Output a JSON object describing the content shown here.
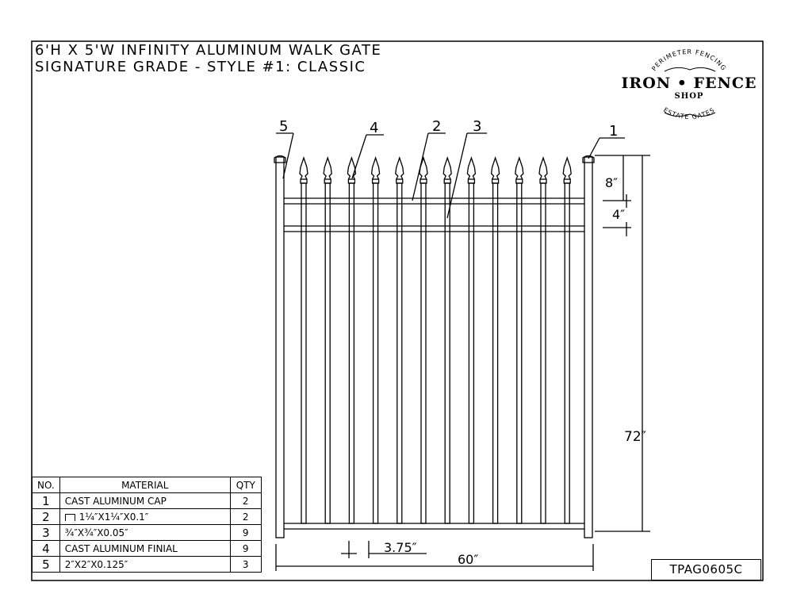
{
  "title": {
    "line1": "6'H X 5'W INFINITY ALUMINUM WALK GATE",
    "line2": "SIGNATURE GRADE - STYLE #1: CLASSIC"
  },
  "logo": {
    "arc_top": "PERIMETER FENCING",
    "main": "IRON • FENCE",
    "sub": "SHOP",
    "arc_bottom": "ESTATE GATES"
  },
  "callouts": {
    "c1": "1",
    "c2": "2",
    "c3": "3",
    "c4": "4",
    "c5": "5"
  },
  "dimensions": {
    "top_spacing": "8″",
    "rail_spacing": "4″",
    "height": "72″",
    "picket_spacing": "3.75″",
    "width": "60″"
  },
  "bom": {
    "headers": {
      "no": "NO.",
      "material": "MATERIAL",
      "qty": "QTY"
    },
    "rows": [
      {
        "no": "1",
        "material": "CAST ALUMINUM CAP",
        "qty": "2",
        "icon": ""
      },
      {
        "no": "2",
        "material": "1¼″X1¼″X0.1″",
        "qty": "2",
        "icon": "channel-icon"
      },
      {
        "no": "3",
        "material": "¾″X¾″X0.05″",
        "qty": "9",
        "icon": ""
      },
      {
        "no": "4",
        "material": "CAST ALUMINUM FINIAL",
        "qty": "9",
        "icon": ""
      },
      {
        "no": "5",
        "material": "2″X2″X0.125″",
        "qty": "3",
        "icon": ""
      }
    ]
  },
  "part_code": "TPAG0605C"
}
